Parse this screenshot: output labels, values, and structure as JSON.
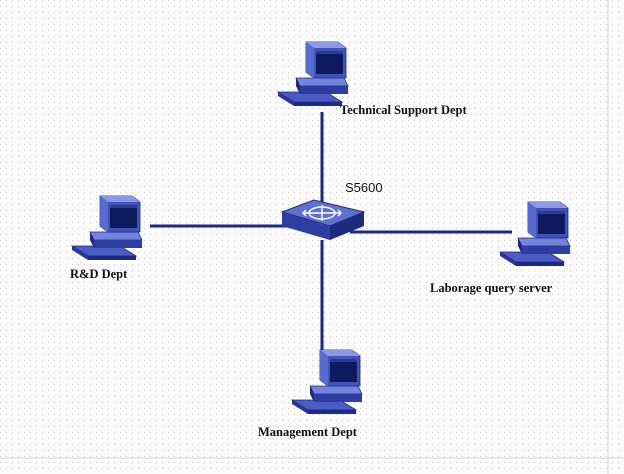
{
  "diagram": {
    "switch": {
      "label": "S5600",
      "icon": "network-switch-icon"
    },
    "nodes": [
      {
        "id": "technical-support",
        "label": "Technical Support Dept",
        "icon": "computer-icon"
      },
      {
        "id": "rnd",
        "label": "R&D Dept",
        "icon": "computer-icon"
      },
      {
        "id": "laborage-server",
        "label": "Laborage query server",
        "icon": "computer-icon"
      },
      {
        "id": "management",
        "label": "Management Dept",
        "icon": "computer-icon"
      }
    ],
    "links": [
      {
        "from": "S5600",
        "to": "Technical Support Dept"
      },
      {
        "from": "S5600",
        "to": "R&D Dept"
      },
      {
        "from": "S5600",
        "to": "Laborage query server"
      },
      {
        "from": "S5600",
        "to": "Management Dept"
      }
    ],
    "colors": {
      "link": "#1d2a78",
      "device_light": "#6f7fd6",
      "device_mid": "#4153b8",
      "device_dark": "#1e2a7c",
      "screen": "#0d1a5e"
    }
  }
}
